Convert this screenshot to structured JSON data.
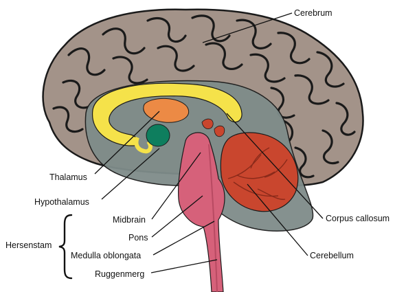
{
  "colors": {
    "cortex": "#a39389",
    "cortex_outline": "#1a1a1a",
    "inner": "#7f8c8a",
    "corpus_callosum": "#f5e24a",
    "thalamus": "#ec8a45",
    "hypothalamus": "#0e7e5e",
    "brainstem": "#d6617a",
    "cerebellum": "#c9462e"
  },
  "labels": {
    "cerebrum": "Cerebrum",
    "thalamus": "Thalamus",
    "hypothalamus": "Hypothalamus",
    "midbrain": "Midbrain",
    "pons": "Pons",
    "hersenstam": "Hersenstam",
    "medulla": "Medulla oblongata",
    "ruggenmerg": "Ruggenmerg",
    "corpus_callosum": "Corpus callosum",
    "cerebellum": "Cerebellum"
  }
}
